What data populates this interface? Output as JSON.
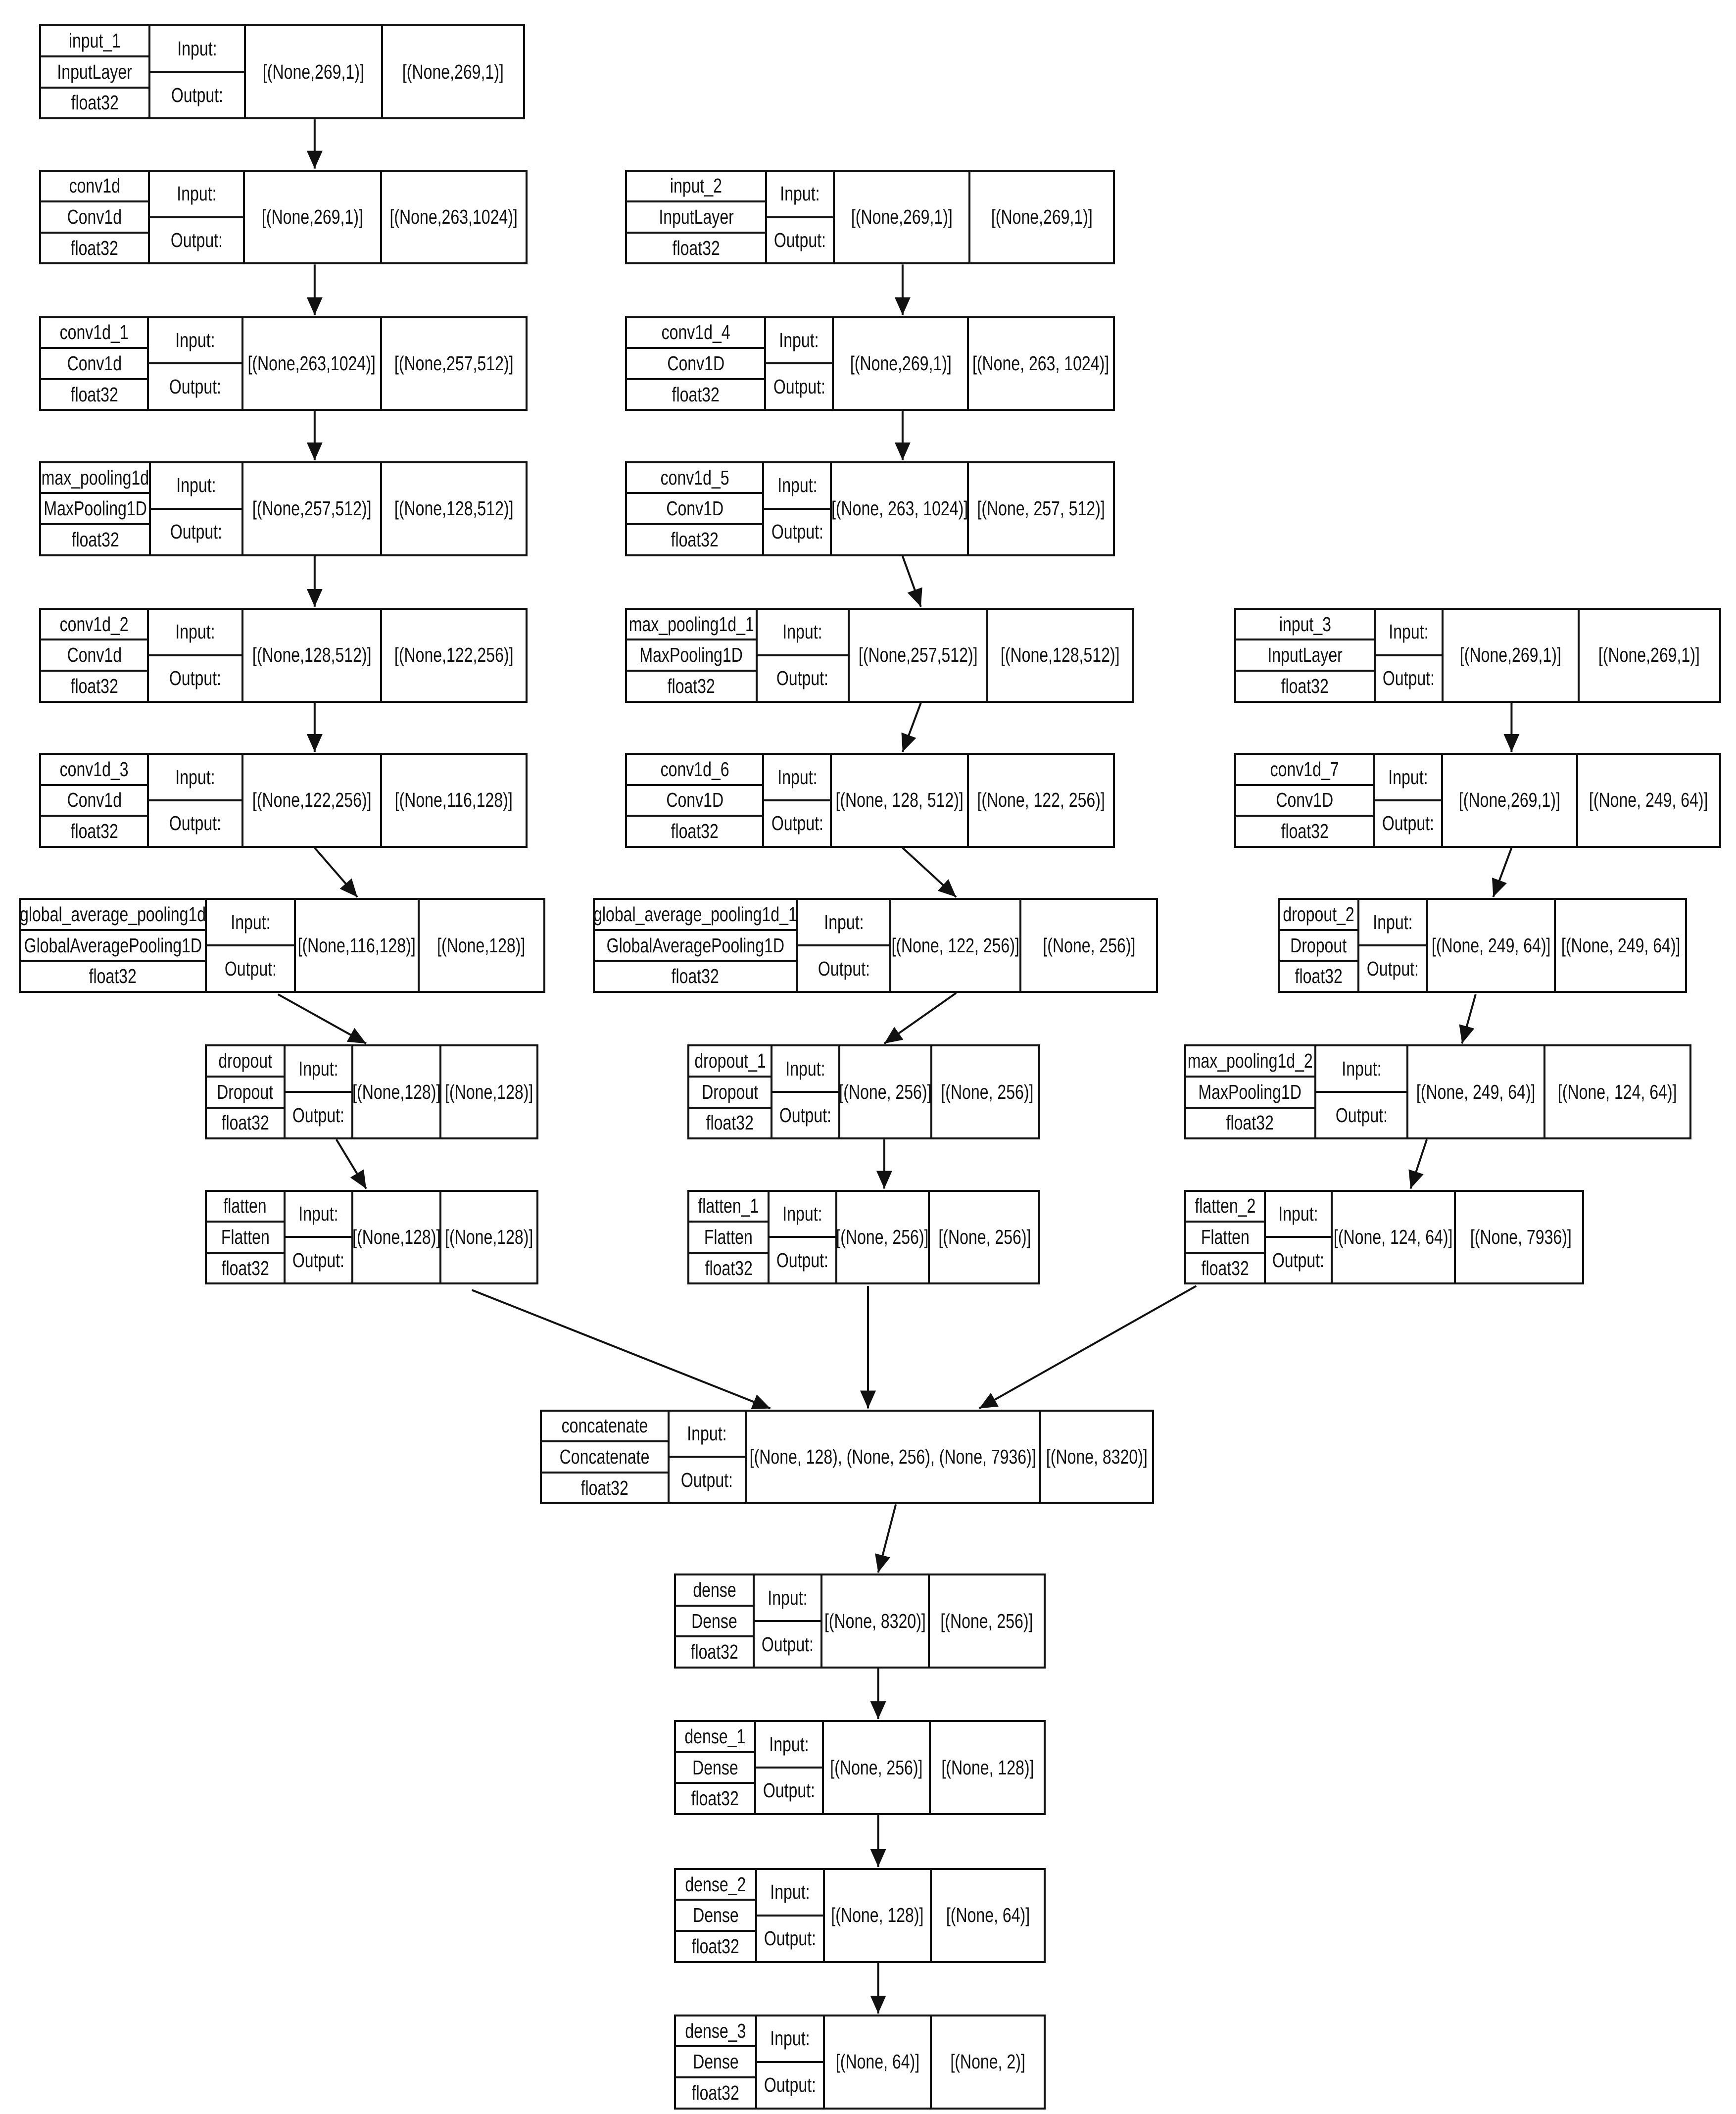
{
  "diagram": {
    "nodes": [
      {
        "id": "input_1",
        "name": "input_1",
        "type": "InputLayer",
        "dtype": "float32",
        "in_label": "Input:",
        "out_label": "Output:",
        "input": "[(None,269,1)]",
        "output": "[(None,269,1)]"
      },
      {
        "id": "conv1d",
        "name": "conv1d",
        "type": "Conv1d",
        "dtype": "float32",
        "in_label": "Input:",
        "out_label": "Output:",
        "input": "[(None,269,1)]",
        "output": "[(None,263,1024)]"
      },
      {
        "id": "conv1d_1",
        "name": "conv1d_1",
        "type": "Conv1d",
        "dtype": "float32",
        "in_label": "Input:",
        "out_label": "Output:",
        "input": "[(None,263,1024)]",
        "output": "[(None,257,512)]"
      },
      {
        "id": "max_pooling1d",
        "name": "max_pooling1d",
        "type": "MaxPooling1D",
        "dtype": "float32",
        "in_label": "Input:",
        "out_label": "Output:",
        "input": "[(None,257,512)]",
        "output": "[(None,128,512)]"
      },
      {
        "id": "conv1d_2",
        "name": "conv1d_2",
        "type": "Conv1d",
        "dtype": "float32",
        "in_label": "Input:",
        "out_label": "Output:",
        "input": "[(None,128,512)]",
        "output": "[(None,122,256)]"
      },
      {
        "id": "conv1d_3",
        "name": "conv1d_3",
        "type": "Conv1d",
        "dtype": "float32",
        "in_label": "Input:",
        "out_label": "Output:",
        "input": "[(None,122,256)]",
        "output": "[(None,116,128)]"
      },
      {
        "id": "gap1d",
        "name": "global_average_pooling1d",
        "type": "GlobalAveragePooling1D",
        "dtype": "float32",
        "in_label": "Input:",
        "out_label": "Output:",
        "input": "[(None,116,128)]",
        "output": "[(None,128)]"
      },
      {
        "id": "dropout",
        "name": "dropout",
        "type": "Dropout",
        "dtype": "float32",
        "in_label": "Input:",
        "out_label": "Output:",
        "input": "[(None,128)]",
        "output": "[(None,128)]"
      },
      {
        "id": "flatten",
        "name": "flatten",
        "type": "Flatten",
        "dtype": "float32",
        "in_label": "Input:",
        "out_label": "Output:",
        "input": "[(None,128)]",
        "output": "[(None,128)]"
      },
      {
        "id": "input_2",
        "name": "input_2",
        "type": "InputLayer",
        "dtype": "float32",
        "in_label": "Input:",
        "out_label": "Output:",
        "input": "[(None,269,1)]",
        "output": "[(None,269,1)]"
      },
      {
        "id": "conv1d_4",
        "name": "conv1d_4",
        "type": "Conv1D",
        "dtype": "float32",
        "in_label": "Input:",
        "out_label": "Output:",
        "input": "[(None,269,1)]",
        "output": "[(None, 263, 1024)]"
      },
      {
        "id": "conv1d_5",
        "name": "conv1d_5",
        "type": "Conv1D",
        "dtype": "float32",
        "in_label": "Input:",
        "out_label": "Output:",
        "input": "[(None, 263, 1024)]",
        "output": "[(None, 257, 512)]"
      },
      {
        "id": "max_pooling1d_1",
        "name": "max_pooling1d_1",
        "type": "MaxPooling1D",
        "dtype": "float32",
        "in_label": "Input:",
        "out_label": "Output:",
        "input": "[(None,257,512)]",
        "output": "[(None,128,512)]"
      },
      {
        "id": "conv1d_6",
        "name": "conv1d_6",
        "type": "Conv1D",
        "dtype": "float32",
        "in_label": "Input:",
        "out_label": "Output:",
        "input": "[(None, 128, 512)]",
        "output": "[(None, 122, 256)]"
      },
      {
        "id": "gap1d_1",
        "name": "global_average_pooling1d_1",
        "type": "GlobalAveragePooling1D",
        "dtype": "float32",
        "in_label": "Input:",
        "out_label": "Output:",
        "input": "[(None, 122, 256)]",
        "output": "[(None, 256)]"
      },
      {
        "id": "dropout_1",
        "name": "dropout_1",
        "type": "Dropout",
        "dtype": "float32",
        "in_label": "Input:",
        "out_label": "Output:",
        "input": "[(None, 256)]",
        "output": "[(None, 256)]"
      },
      {
        "id": "flatten_1",
        "name": "flatten_1",
        "type": "Flatten",
        "dtype": "float32",
        "in_label": "Input:",
        "out_label": "Output:",
        "input": "[(None, 256)]",
        "output": "[(None, 256)]"
      },
      {
        "id": "input_3",
        "name": "input_3",
        "type": "InputLayer",
        "dtype": "float32",
        "in_label": "Input:",
        "out_label": "Output:",
        "input": "[(None,269,1)]",
        "output": "[(None,269,1)]"
      },
      {
        "id": "conv1d_7",
        "name": "conv1d_7",
        "type": "Conv1D",
        "dtype": "float32",
        "in_label": "Input:",
        "out_label": "Output:",
        "input": "[(None,269,1)]",
        "output": "[(None, 249, 64)]"
      },
      {
        "id": "dropout_2",
        "name": "dropout_2",
        "type": "Dropout",
        "dtype": "float32",
        "in_label": "Input:",
        "out_label": "Output:",
        "input": "[(None, 249, 64)]",
        "output": "[(None, 249, 64)]"
      },
      {
        "id": "max_pooling1d_2",
        "name": "max_pooling1d_2",
        "type": "MaxPooling1D",
        "dtype": "float32",
        "in_label": "Input:",
        "out_label": "Output:",
        "input": "[(None, 249, 64)]",
        "output": "[(None, 124, 64)]"
      },
      {
        "id": "flatten_2",
        "name": "flatten_2",
        "type": "Flatten",
        "dtype": "float32",
        "in_label": "Input:",
        "out_label": "Output:",
        "input": "[(None, 124, 64)]",
        "output": "[(None, 7936)]"
      },
      {
        "id": "concatenate",
        "name": "concatenate",
        "type": "Concatenate",
        "dtype": "float32",
        "in_label": "Input:",
        "out_label": "Output:",
        "input": "[(None, 128), (None, 256), (None, 7936)]",
        "output": "[(None, 8320)]"
      },
      {
        "id": "dense",
        "name": "dense",
        "type": "Dense",
        "dtype": "float32",
        "in_label": "Input:",
        "out_label": "Output:",
        "input": "[(None, 8320)]",
        "output": "[(None, 256)]"
      },
      {
        "id": "dense_1",
        "name": "dense_1",
        "type": "Dense",
        "dtype": "float32",
        "in_label": "Input:",
        "out_label": "Output:",
        "input": "[(None, 256)]",
        "output": "[(None, 128)]"
      },
      {
        "id": "dense_2",
        "name": "dense_2",
        "type": "Dense",
        "dtype": "float32",
        "in_label": "Input:",
        "out_label": "Output:",
        "input": "[(None, 128)]",
        "output": "[(None, 64)]"
      },
      {
        "id": "dense_3",
        "name": "dense_3",
        "type": "Dense",
        "dtype": "float32",
        "in_label": "Input:",
        "out_label": "Output:",
        "input": "[(None, 64)]",
        "output": "[(None, 2)]"
      }
    ],
    "edges": [
      [
        "input_1",
        "conv1d"
      ],
      [
        "conv1d",
        "conv1d_1"
      ],
      [
        "conv1d_1",
        "max_pooling1d"
      ],
      [
        "max_pooling1d",
        "conv1d_2"
      ],
      [
        "conv1d_2",
        "conv1d_3"
      ],
      [
        "conv1d_3",
        "gap1d"
      ],
      [
        "gap1d",
        "dropout"
      ],
      [
        "dropout",
        "flatten"
      ],
      [
        "input_2",
        "conv1d_4"
      ],
      [
        "conv1d_4",
        "conv1d_5"
      ],
      [
        "conv1d_5",
        "max_pooling1d_1"
      ],
      [
        "max_pooling1d_1",
        "conv1d_6"
      ],
      [
        "conv1d_6",
        "gap1d_1"
      ],
      [
        "gap1d_1",
        "dropout_1"
      ],
      [
        "dropout_1",
        "flatten_1"
      ],
      [
        "input_3",
        "conv1d_7"
      ],
      [
        "conv1d_7",
        "dropout_2"
      ],
      [
        "dropout_2",
        "max_pooling1d_2"
      ],
      [
        "max_pooling1d_2",
        "flatten_2"
      ],
      [
        "flatten",
        "concatenate"
      ],
      [
        "flatten_1",
        "concatenate"
      ],
      [
        "flatten_2",
        "concatenate"
      ],
      [
        "concatenate",
        "dense"
      ],
      [
        "dense",
        "dense_1"
      ],
      [
        "dense_1",
        "dense_2"
      ],
      [
        "dense_2",
        "dense_3"
      ]
    ]
  }
}
